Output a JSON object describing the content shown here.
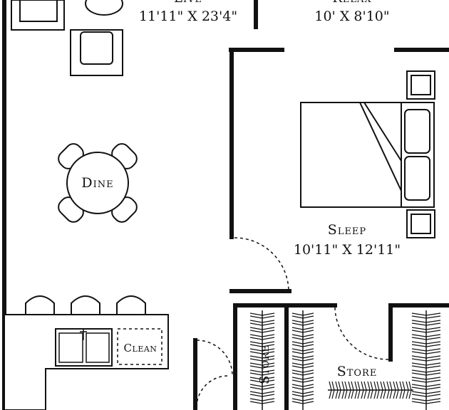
{
  "rooms": {
    "live": {
      "label": "Live",
      "dims": "11'11\" X 23'4\""
    },
    "relax": {
      "label": "Relax",
      "dims": "10' X 8'10\""
    },
    "dine": {
      "label": "Dine"
    },
    "sleep": {
      "label": "Sleep",
      "dims": "10'11\" X 12'11\""
    },
    "clean": {
      "label": "Clean"
    },
    "store_small": {
      "label": "Store"
    },
    "store_large": {
      "label": "Store"
    }
  }
}
